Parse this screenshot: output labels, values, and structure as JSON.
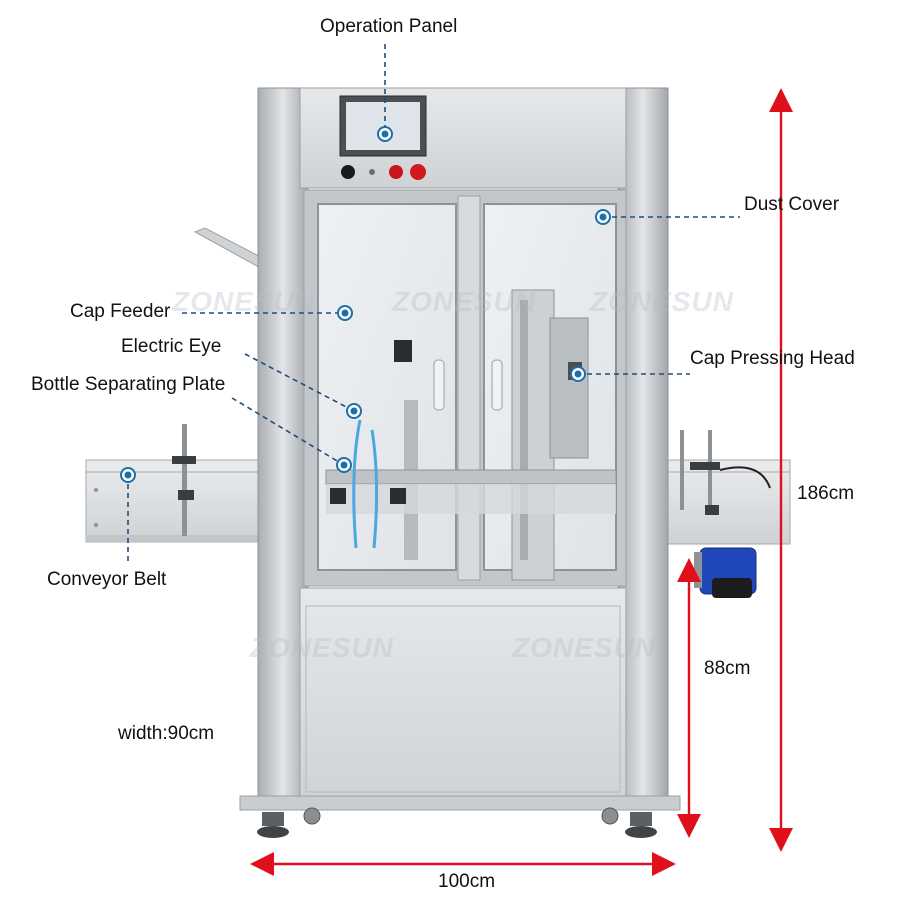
{
  "labels": {
    "operation_panel": "Operation Panel",
    "dust_cover": "Dust Cover",
    "cap_feeder": "Cap Feeder",
    "electric_eye": "Electric Eye",
    "bottle_separating_plate": "Bottle Separating Plate",
    "cap_pressing_head": "Cap Pressing Head",
    "conveyor_belt": "Conveyor Belt"
  },
  "dimensions": {
    "height": "186cm",
    "conveyor_height": "88cm",
    "width": "width:90cm",
    "length": "100cm"
  },
  "watermark": "ZONESUN",
  "colors": {
    "leader_line": "#1f4e79",
    "dimension_arrow": "#e0101a",
    "steel_light": "#d9dcdf",
    "steel_mid": "#b9bdc1",
    "steel_dark": "#8e9397",
    "callout_dot": "#1d6fa8",
    "motor_blue": "#1f47b8"
  }
}
